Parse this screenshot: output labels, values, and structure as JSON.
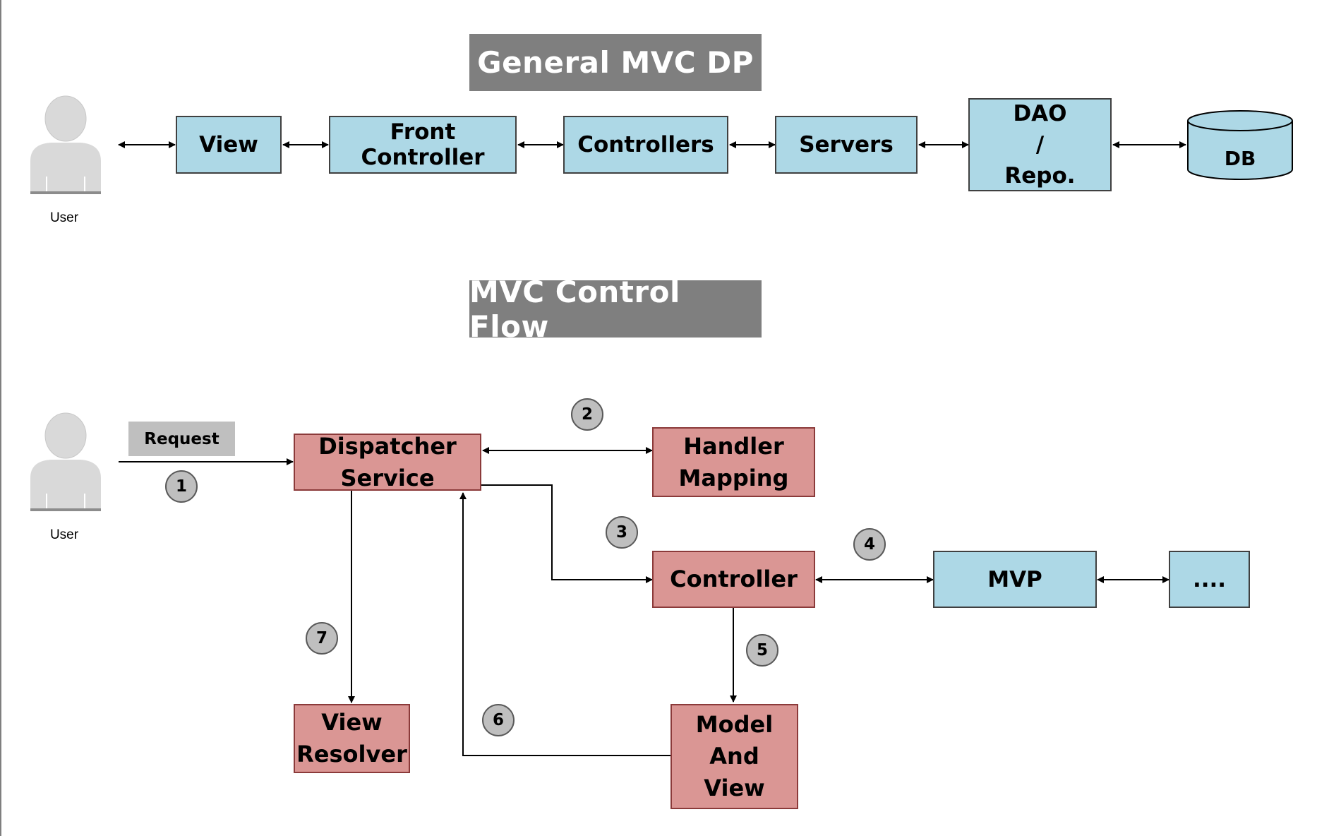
{
  "top": {
    "title": "General MVC DP",
    "user_label": "User",
    "boxes": {
      "view": "View",
      "front_controller": "Front Controller",
      "controllers": "Controllers",
      "servers": "Servers",
      "dao_line1": "DAO",
      "dao_line2": "/",
      "dao_line3": "Repo.",
      "db": "DB"
    }
  },
  "bottom": {
    "title": "MVC Control Flow",
    "user_label": "User",
    "request_label": "Request",
    "boxes": {
      "dispatcher_line1": "Dispatcher",
      "dispatcher_line2": "Service",
      "handler_line1": "Handler",
      "handler_line2": "Mapping",
      "controller": "Controller",
      "mvp": "MVP",
      "ellipsis": "....",
      "view_resolver_line1": "View",
      "view_resolver_line2": "Resolver",
      "model_line1": "Model",
      "model_line2": "And",
      "model_line3": "View"
    },
    "steps": [
      "1",
      "2",
      "3",
      "4",
      "5",
      "6",
      "7"
    ]
  },
  "colors": {
    "title_bg": "#7f7f7f",
    "blue_box": "#add8e6",
    "red_box": "#da9694",
    "step_bg": "#bfbfbf",
    "user_icon": "#d9d9d9"
  }
}
